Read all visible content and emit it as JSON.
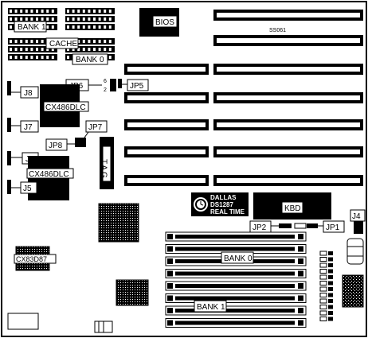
{
  "labels": {
    "bank1_top": "BANK 1",
    "cache": "CACHE",
    "bank0_top": "BANK 0",
    "bios": "BIOS",
    "silk": "SS061",
    "j8": "J8",
    "jp6": "JP6",
    "jp6_pin_top": "6",
    "jp6_pin_bottom": "2",
    "jp5": "JP5",
    "cpu1": "CX486DLC",
    "j7": "J7",
    "jp7": "JP7",
    "jp8": "JP8",
    "tag": "TAG",
    "j6": "J6",
    "cpu2": "CX486DLC",
    "j5": "J5",
    "dallas_1": "DALLAS",
    "dallas_2": "DS1287",
    "dallas_3": "REAL TIME",
    "kbd": "KBD",
    "jp2": "JP2",
    "jp1": "JP1",
    "j4": "J4",
    "fpu": "CX83D87",
    "bank0_bottom": "BANK 0",
    "bank1_bottom": "BANK 1"
  },
  "colors": {
    "ink": "#000000",
    "paper": "#ffffff"
  }
}
